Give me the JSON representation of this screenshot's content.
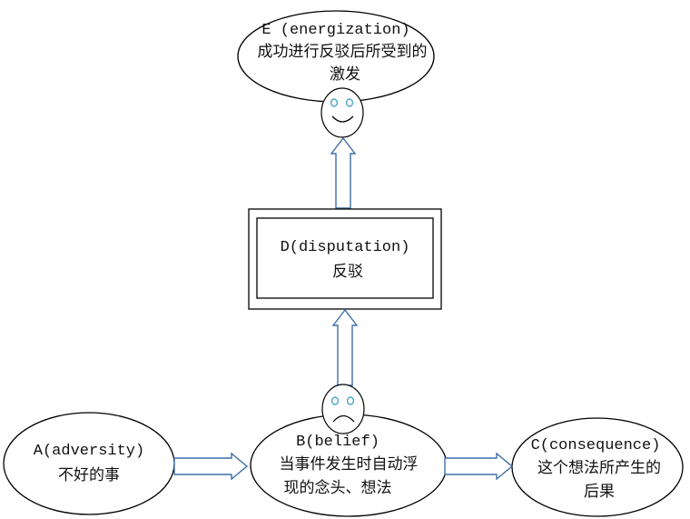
{
  "nodes": {
    "e": {
      "line1": "E (energization)",
      "line2": "成功进行反驳后所受到的",
      "line3": "激发"
    },
    "d": {
      "line1": "D(disputation)",
      "line2": "反驳"
    },
    "a": {
      "line1": "A(adversity)",
      "line2": "不好的事"
    },
    "b": {
      "line1": "B(belief)",
      "line2": "当事件发生时自动浮",
      "line3": "现的念头、想法"
    },
    "c": {
      "line1": "C(consequence)",
      "line2": "这个想法所产生的",
      "line3": "后果"
    }
  },
  "faces": {
    "top": "smiley-face",
    "bottom": "sad-face"
  },
  "colors": {
    "arrow_stroke": "#3f6fa8",
    "eye": "#4aa6c8"
  }
}
